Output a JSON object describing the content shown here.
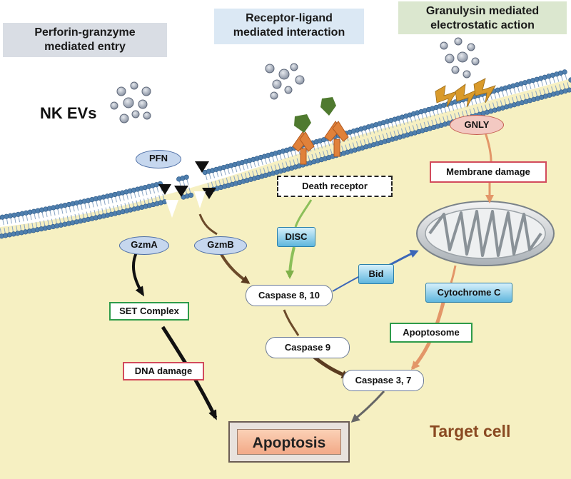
{
  "headers": {
    "perforin": "Perforin-granzyme\nmediated entry",
    "receptor": "Receptor-ligand\nmediated interaction",
    "granulysin": "Granulysin mediated\nelectrostatic action"
  },
  "labels": {
    "nk_evs": "NK EVs",
    "target_cell": "Target cell",
    "pfn": "PFN",
    "gzma": "GzmA",
    "gzmb": "GzmB",
    "gnly": "GNLY",
    "set_complex": "SET Complex",
    "dna_damage": "DNA damage",
    "death_receptor": "Death receptor",
    "disc": "DISC",
    "bid": "Bid",
    "caspase_8_10": "Caspase 8, 10",
    "caspase_9": "Caspase 9",
    "caspase_3_7": "Caspase 3, 7",
    "membrane_damage": "Membrane damage",
    "cytochrome_c": "Cytochrome C",
    "apoptosome": "Apoptosome",
    "apoptosis": "Apoptosis"
  },
  "colors": {
    "cell_fill": "#f6f0c2",
    "membrane_head": "#4f7fae",
    "arrow_dark": "#3a3a3a",
    "arrow_brown": "#6b4a2a",
    "arrow_green": "#8cbf5a",
    "arrow_orange": "#e6a070",
    "receptor": "#e0813a",
    "ligand": "#4f7a2f",
    "granulysin": "#d99a2b"
  }
}
